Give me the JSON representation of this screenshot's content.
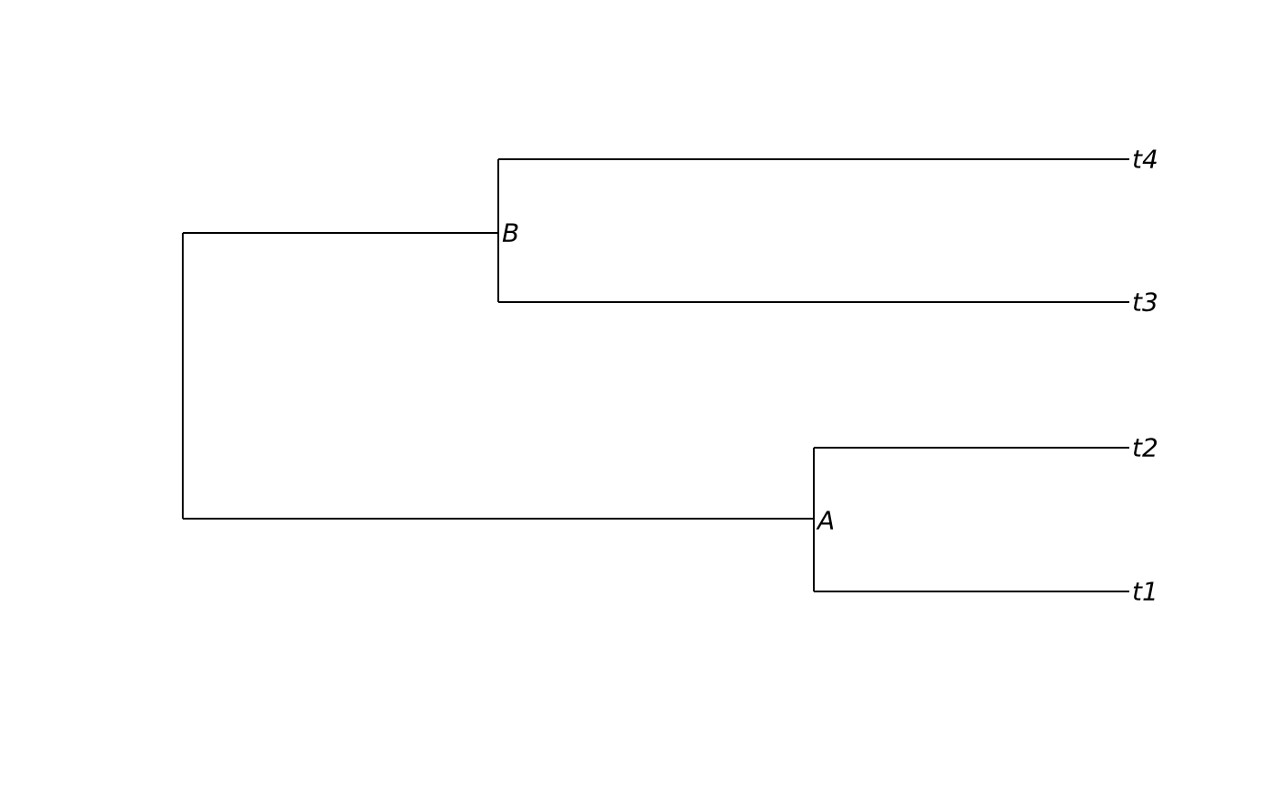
{
  "figure": {
    "type": "phylogenetic-tree",
    "background_color": "#ffffff",
    "branch_color": "#000000",
    "newick": "((t4,t3)B,(t2,t1)A);"
  },
  "tree": {
    "tip_labels": {
      "t4": "t4",
      "t3": "t3",
      "t2": "t2",
      "t1": "t1"
    },
    "node_labels": {
      "B": "B",
      "A": "A"
    }
  }
}
